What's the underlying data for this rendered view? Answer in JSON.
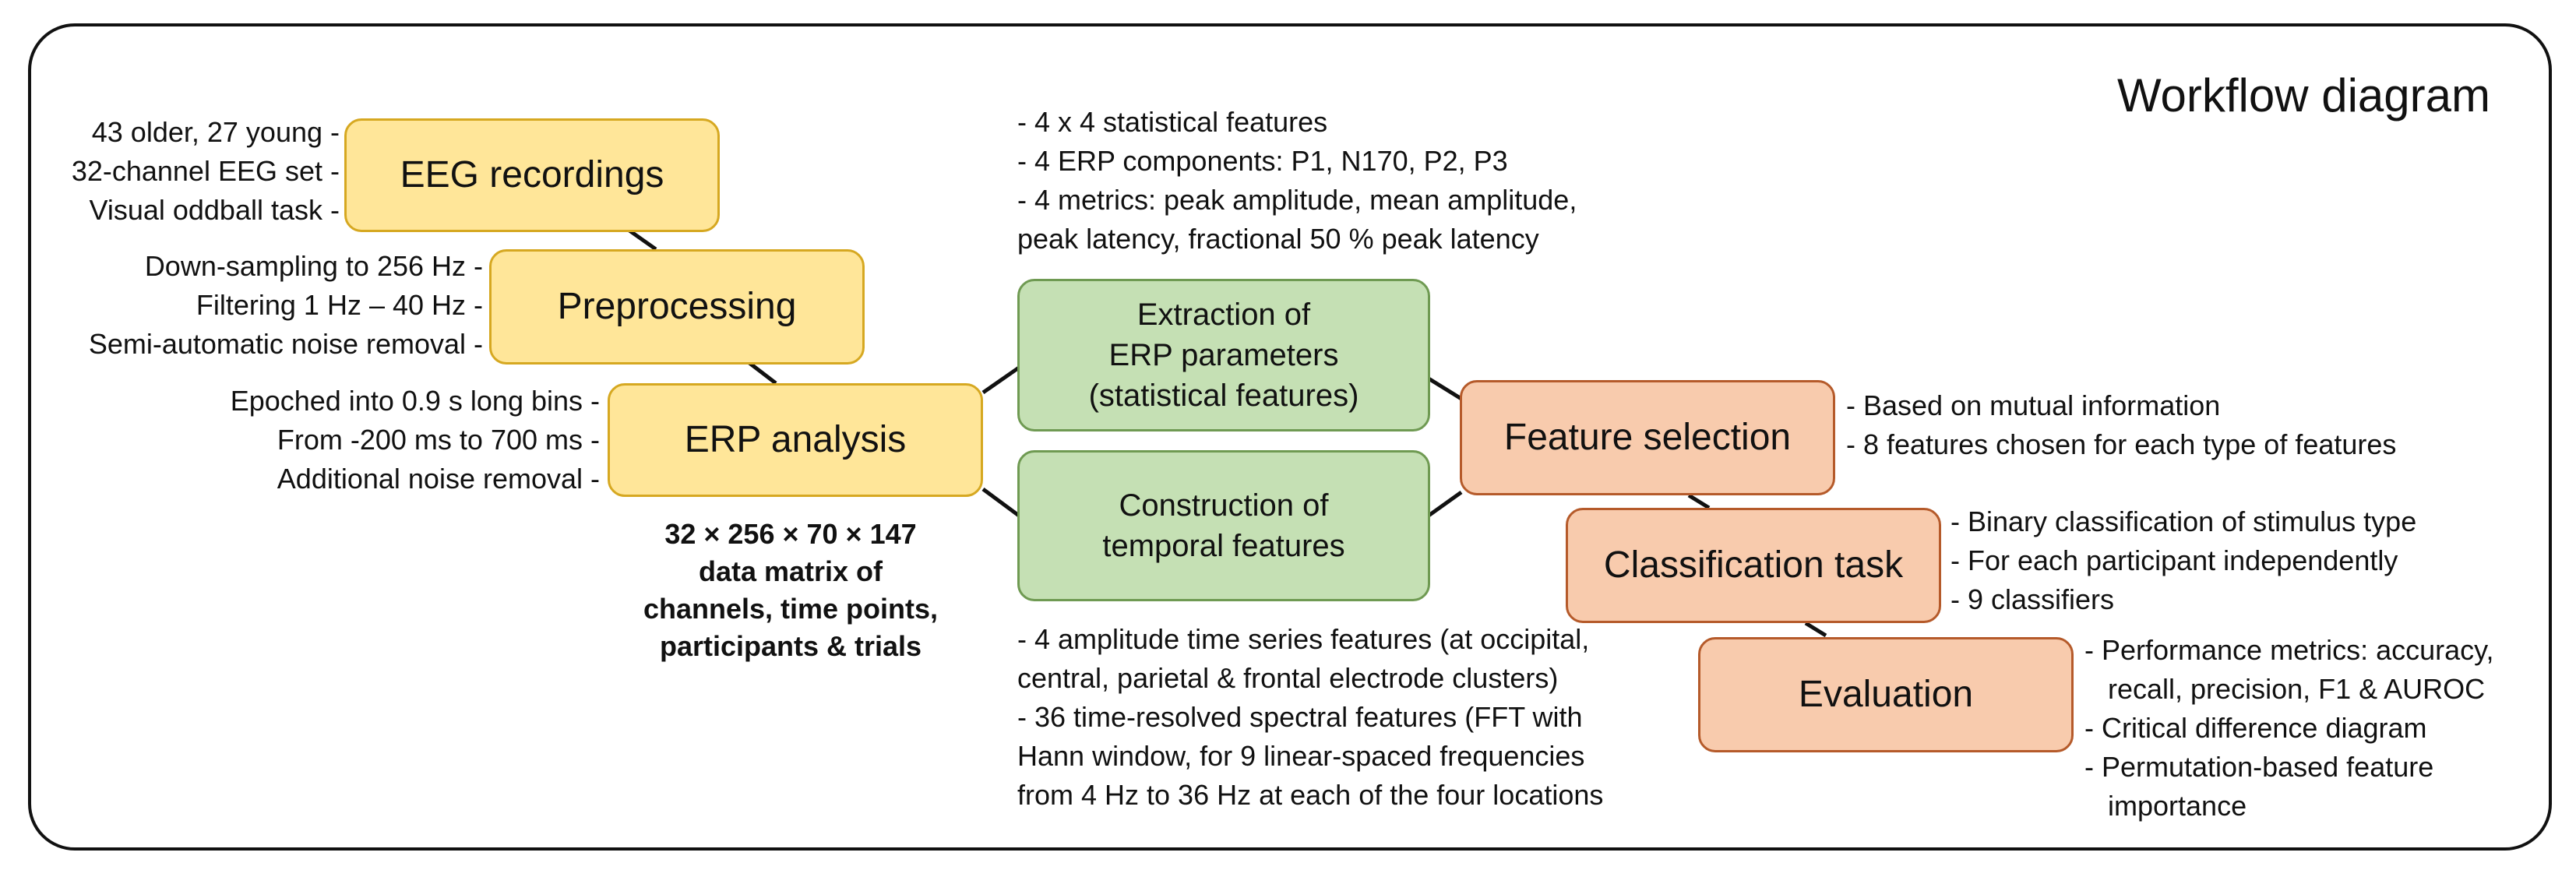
{
  "title": "Workflow diagram",
  "nodes": {
    "eeg_recordings": {
      "label": "EEG recordings",
      "notes": [
        "43 older, 27 young -",
        "32-channel EEG set -",
        "Visual oddball task -"
      ]
    },
    "preprocessing": {
      "label": "Preprocessing",
      "notes": [
        "Down-sampling to 256 Hz -",
        "Filtering 1 Hz – 40 Hz -",
        "Semi-automatic noise removal -"
      ]
    },
    "erp_analysis": {
      "label": "ERP analysis",
      "notes": [
        "Epoched into 0.9 s long bins -",
        "From -200 ms to 700 ms -",
        "Additional noise removal -"
      ],
      "matrix": [
        "32 × 256 × 70 × 147",
        "data matrix of",
        "channels, time points,",
        "participants & trials"
      ]
    },
    "extraction": {
      "label": [
        "Extraction of",
        "ERP parameters",
        "(statistical features)"
      ],
      "notes": [
        "- 4 x 4 statistical features",
        "- 4 ERP components: P1, N170, P2, P3",
        "- 4 metrics: peak amplitude, mean amplitude,",
        "peak latency, fractional 50 % peak latency"
      ]
    },
    "construction": {
      "label": [
        "Construction of",
        "temporal features"
      ],
      "notes": [
        "- 4 amplitude time series features (at occipital,",
        "central, parietal & frontal electrode clusters)",
        "- 36 time-resolved spectral features (FFT with",
        "Hann window, for 9 linear-spaced frequencies",
        "from 4 Hz to 36 Hz at each of the four locations"
      ]
    },
    "feature_selection": {
      "label": "Feature selection",
      "notes": [
        "- Based on mutual information",
        "- 8 features chosen for each type of features"
      ]
    },
    "classification": {
      "label": "Classification task",
      "notes": [
        "- Binary classification of stimulus type",
        "- For each participant independently",
        "- 9 classifiers"
      ]
    },
    "evaluation": {
      "label": "Evaluation",
      "notes": [
        "- Performance metrics: accuracy,",
        "   recall, precision, F1 & AUROC",
        "- Critical difference diagram",
        "- Permutation-based feature",
        "   importance"
      ]
    }
  }
}
